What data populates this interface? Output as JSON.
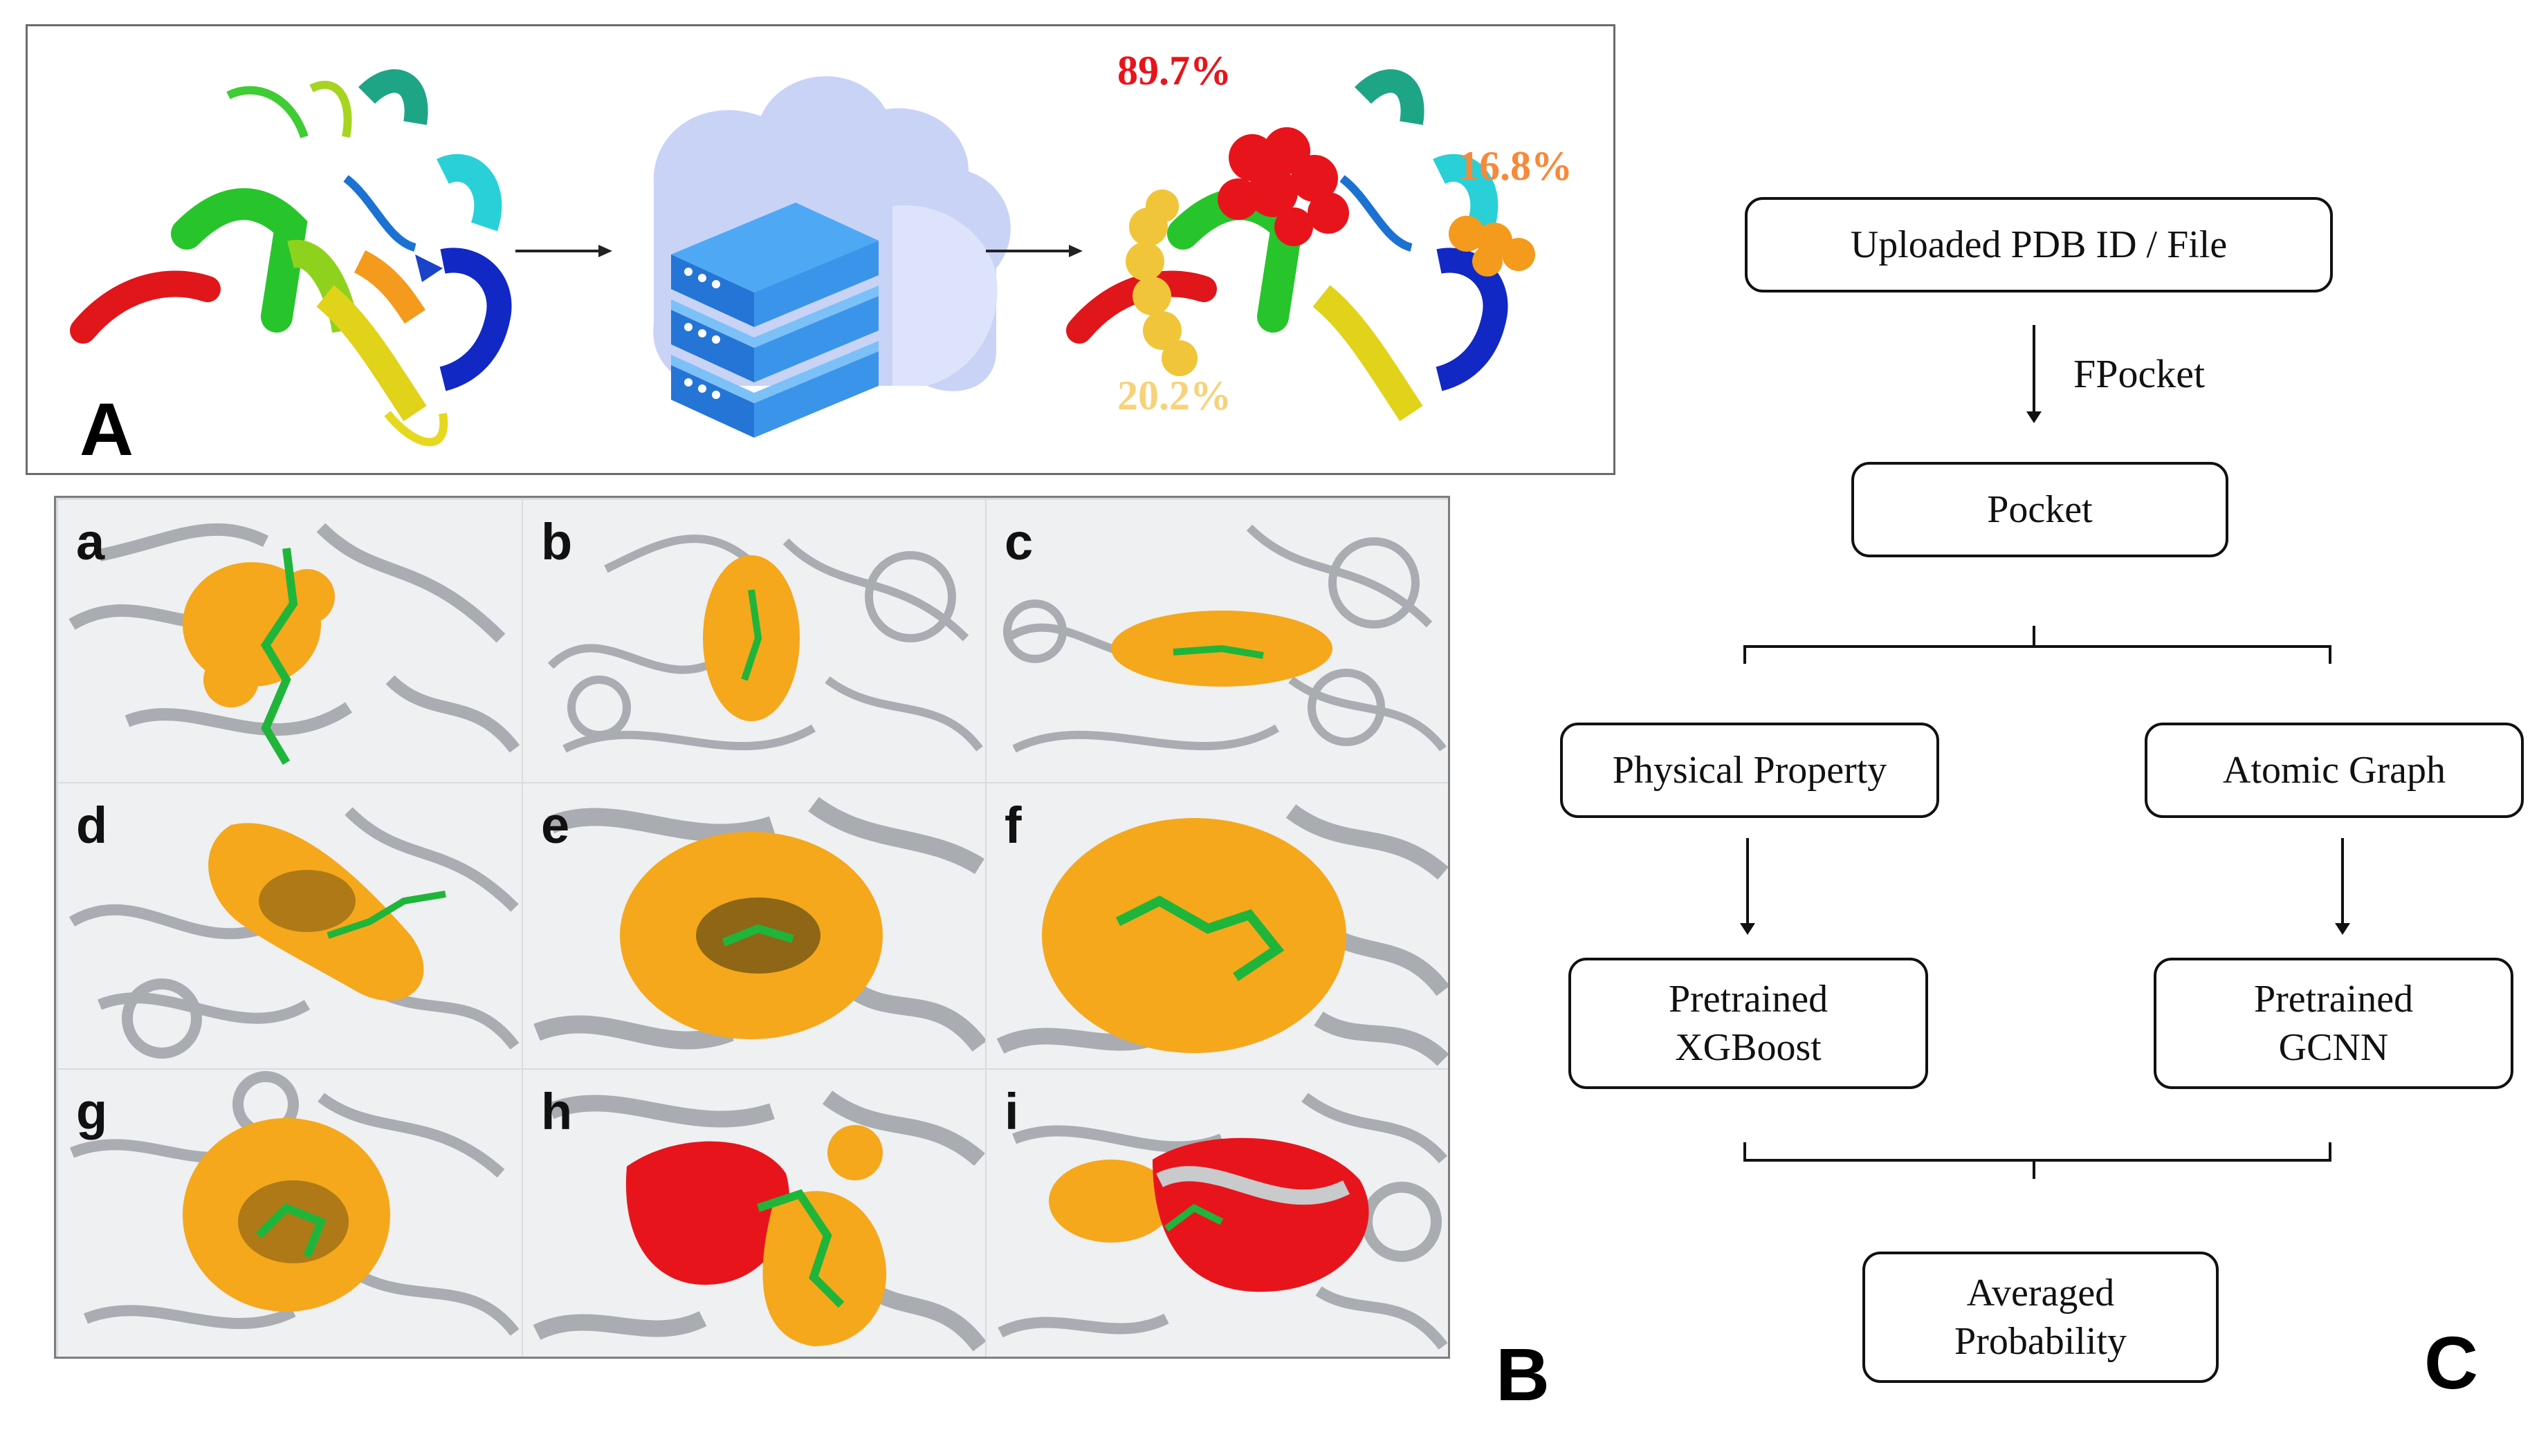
{
  "panel_a": {
    "letter": "A",
    "pct_red": "89.7%",
    "pct_orange": "16.8%",
    "pct_yellow": "20.2%",
    "colors": {
      "red": "#e8141b",
      "orange": "#f7893a",
      "yellow": "#f7d27a"
    }
  },
  "panel_b": {
    "letter": "B",
    "tiles": [
      {
        "label": "a",
        "pocket": "orange"
      },
      {
        "label": "b",
        "pocket": "orange"
      },
      {
        "label": "c",
        "pocket": "orange"
      },
      {
        "label": "d",
        "pocket": "orange"
      },
      {
        "label": "e",
        "pocket": "orange"
      },
      {
        "label": "f",
        "pocket": "orange"
      },
      {
        "label": "g",
        "pocket": "orange"
      },
      {
        "label": "h",
        "pocket": "red+orange"
      },
      {
        "label": "i",
        "pocket": "red+orange"
      }
    ],
    "colors": {
      "pocket": "#f5a81c",
      "pocket_red": "#e8141b",
      "ligand": "#1fb53a",
      "protein": "#a9acb0"
    }
  },
  "panel_c": {
    "letter": "C",
    "upload": "Uploaded PDB ID / File",
    "fpocket": "FPocket",
    "pocket": "Pocket",
    "physical": "Physical Property",
    "atomic": "Atomic Graph",
    "xgboost": "Pretrained\nXGBoost",
    "gcnn": "Pretrained\nGCNN",
    "averaged": "Averaged\nProbability"
  }
}
